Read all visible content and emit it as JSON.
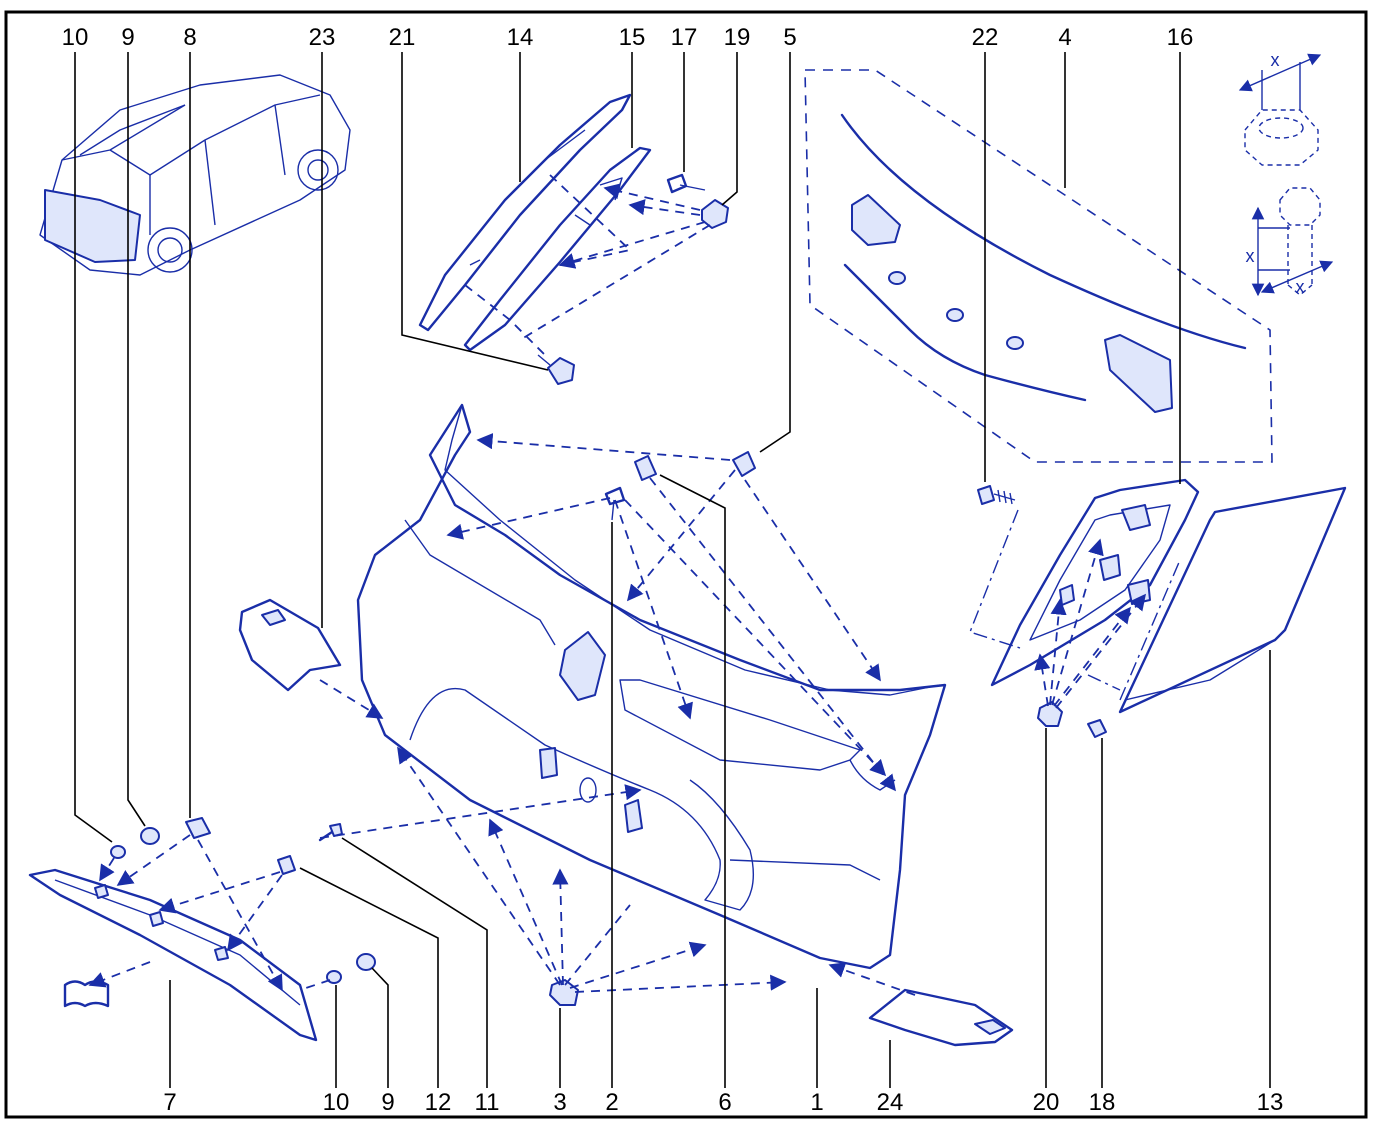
{
  "colors": {
    "linework": "#1a2ea8",
    "callout_text": "#000000",
    "background": "#ffffff",
    "frame": "#000000"
  },
  "callouts_top": [
    "10",
    "9",
    "8",
    "23",
    "21",
    "14",
    "15",
    "17",
    "19",
    "5",
    "22",
    "4",
    "16"
  ],
  "callouts_bottom": [
    "7",
    "10",
    "9",
    "12",
    "11",
    "3",
    "2",
    "6",
    "1",
    "24",
    "20",
    "18",
    "13"
  ],
  "dimension_labels": [
    "x",
    "x",
    "x"
  ]
}
